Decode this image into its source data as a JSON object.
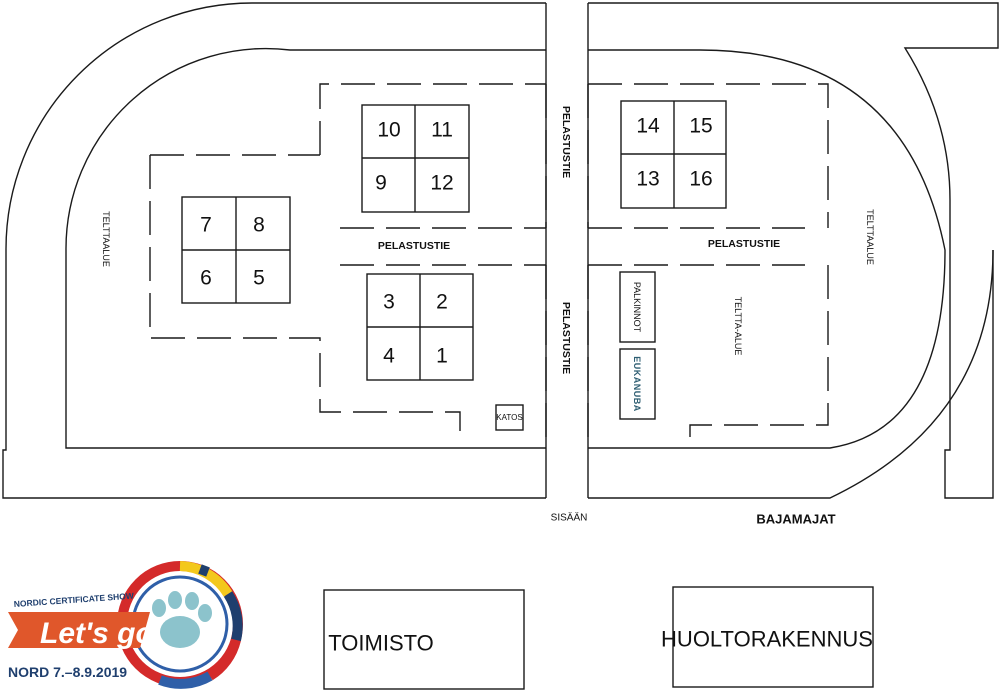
{
  "rings": [
    {
      "number": "10"
    },
    {
      "number": "11"
    },
    {
      "number": "9"
    },
    {
      "number": "12"
    },
    {
      "number": "14"
    },
    {
      "number": "15"
    },
    {
      "number": "13"
    },
    {
      "number": "16"
    },
    {
      "number": "7"
    },
    {
      "number": "8"
    },
    {
      "number": "6"
    },
    {
      "number": "5"
    },
    {
      "number": "3"
    },
    {
      "number": "2"
    },
    {
      "number": "4"
    },
    {
      "number": "1"
    }
  ],
  "labels": {
    "rescue_road_vertical_top": "PELASTUSTIE",
    "rescue_road_vertical_bottom": "PELASTUSTIE",
    "rescue_road_left": "PELASTUSTIE",
    "rescue_road_right": "PELASTUSTIE",
    "tent_area_left": "TELTTAALUE",
    "tent_area_right": "TELTTAALUE",
    "tent_area_center": "TELTTA-ALUE",
    "prizes": "PALKINNOT",
    "sponsor": "EUKANUBA",
    "shelter": "KATOS",
    "entrance": "SISÄÄN",
    "toilets": "BAJAMAJAT",
    "office": "TOIMISTO",
    "maintenance": "HUOLTORAKENNUS"
  },
  "logo": {
    "tagline": "NORDIC CERTIFICATE SHOW",
    "title": "Let's go",
    "event": "NORD 7.–8.9.2019"
  },
  "colors": {
    "outline": "#1a1a1a",
    "logo_orange": "#e0572b",
    "logo_teal": "#2f8fa8",
    "logo_red": "#d42a2a",
    "logo_navy": "#1f3f6e",
    "logo_yellow": "#f3c81c",
    "logo_paw": "#8cc3cc"
  }
}
